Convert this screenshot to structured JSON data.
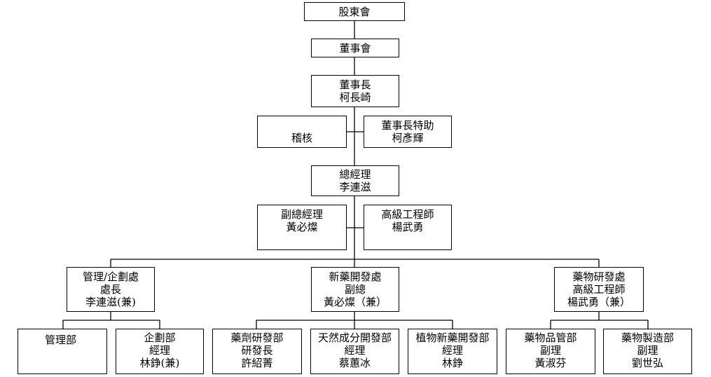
{
  "org_chart": {
    "shareholders": {
      "lines": [
        "股東會"
      ]
    },
    "board": {
      "lines": [
        "董事會"
      ]
    },
    "chairman": {
      "lines": [
        "董事長",
        "柯長崎"
      ]
    },
    "audit": {
      "lines": [
        "稽核"
      ]
    },
    "special_assistant": {
      "lines": [
        "董事長特助",
        "柯彥輝"
      ]
    },
    "general_manager": {
      "lines": [
        "總經理",
        "李連滋"
      ]
    },
    "deputy_general_manager": {
      "lines": [
        "副總經理",
        "黃必燦"
      ]
    },
    "senior_engineer": {
      "lines": [
        "高級工程師",
        "楊武勇"
      ]
    },
    "division_management": {
      "lines": [
        "管理/企劃處",
        "處長",
        "李連滋(兼)"
      ]
    },
    "division_new_drug": {
      "lines": [
        "新藥開發處",
        "副總",
        "黃必燦（兼）"
      ]
    },
    "division_drug_research": {
      "lines": [
        "藥物研發處",
        "高級工程師",
        "楊武勇（兼）"
      ]
    },
    "dept_management": {
      "lines": [
        "管理部"
      ]
    },
    "dept_planning": {
      "lines": [
        "企劃部",
        "經理",
        "林錚(兼)"
      ]
    },
    "dept_formulation": {
      "lines": [
        "藥劑研發部",
        "研發長",
        "許紹菁"
      ]
    },
    "dept_natural_products": {
      "lines": [
        "天然成分開發部",
        "經理",
        "蔡蕙冰"
      ]
    },
    "dept_botanical_drug": {
      "lines": [
        "植物新藥開發部",
        "經理",
        "林錚"
      ]
    },
    "dept_quality": {
      "lines": [
        "藥物品管部",
        "副理",
        "黃淑芬"
      ]
    },
    "dept_manufacturing": {
      "lines": [
        "藥物製造部",
        "副理",
        "劉世弘"
      ]
    }
  }
}
